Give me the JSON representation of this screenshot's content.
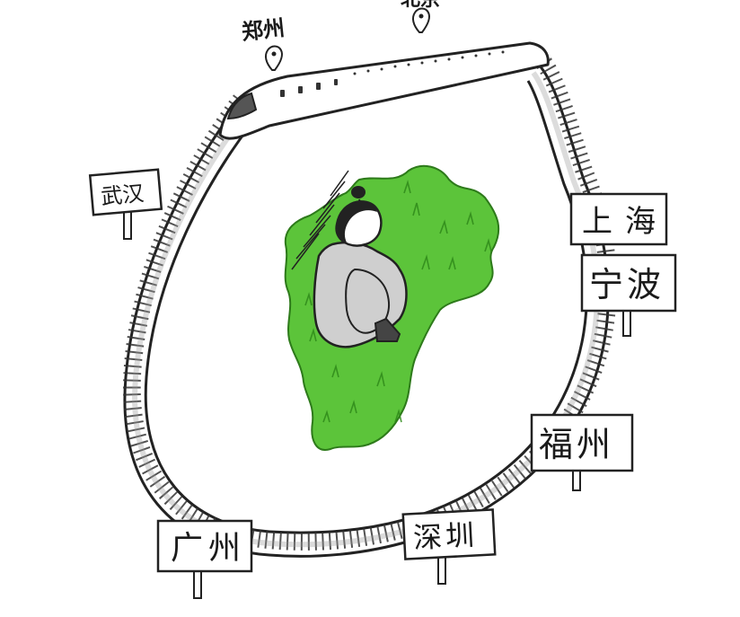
{
  "illustration": {
    "train_color": "#ffffff",
    "grass_color": "#5cc43a",
    "line_color": "#222222",
    "figure_coat_color": "#cfcfcf"
  },
  "cities": {
    "zhengzhou": "郑州",
    "beijing_partial": "北京",
    "wuhan": "武汉",
    "shanghai": "上海",
    "ningbo": "宁波",
    "fuzhou": "福州",
    "shenzhen": "深圳",
    "guangzhou": "广州"
  },
  "icons": {
    "pin": "map-pin-icon",
    "train": "high-speed-train-icon"
  }
}
